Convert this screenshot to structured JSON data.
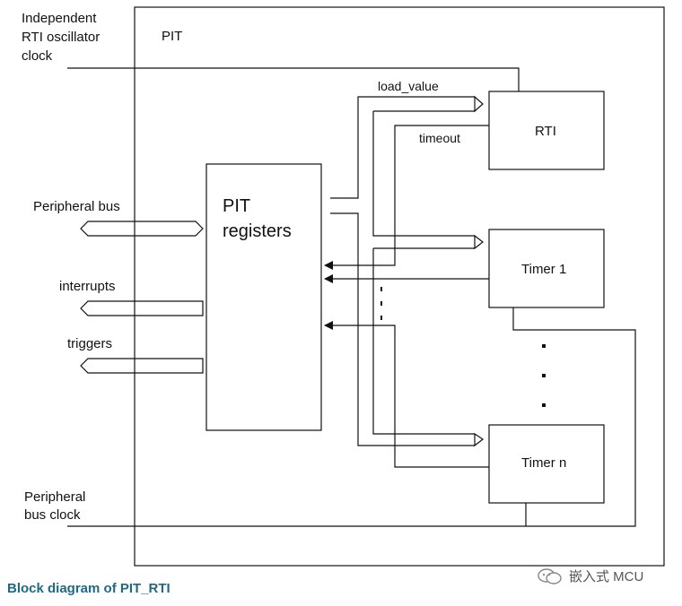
{
  "diagram": {
    "block_label": "PIT",
    "external": {
      "rti_clock": [
        "Independent",
        "RTI oscillator",
        "clock"
      ],
      "peripheral_bus": "Peripheral bus",
      "interrupts": "interrupts",
      "triggers": "triggers",
      "bus_clock": [
        "Peripheral",
        "bus clock"
      ]
    },
    "registers": [
      "PIT",
      "registers"
    ],
    "rti": "RTI",
    "timer1": "Timer 1",
    "timern": "Timer n",
    "load_value": "load_value",
    "timeout": "timeout",
    "colors": {
      "line": "#111111",
      "caption": "#1e6a86",
      "watermark": "#555555"
    }
  },
  "caption": "Block diagram of PIT_RTI",
  "watermark": {
    "text": "嵌入式 MCU",
    "logo": "wechat-logo-icon"
  }
}
